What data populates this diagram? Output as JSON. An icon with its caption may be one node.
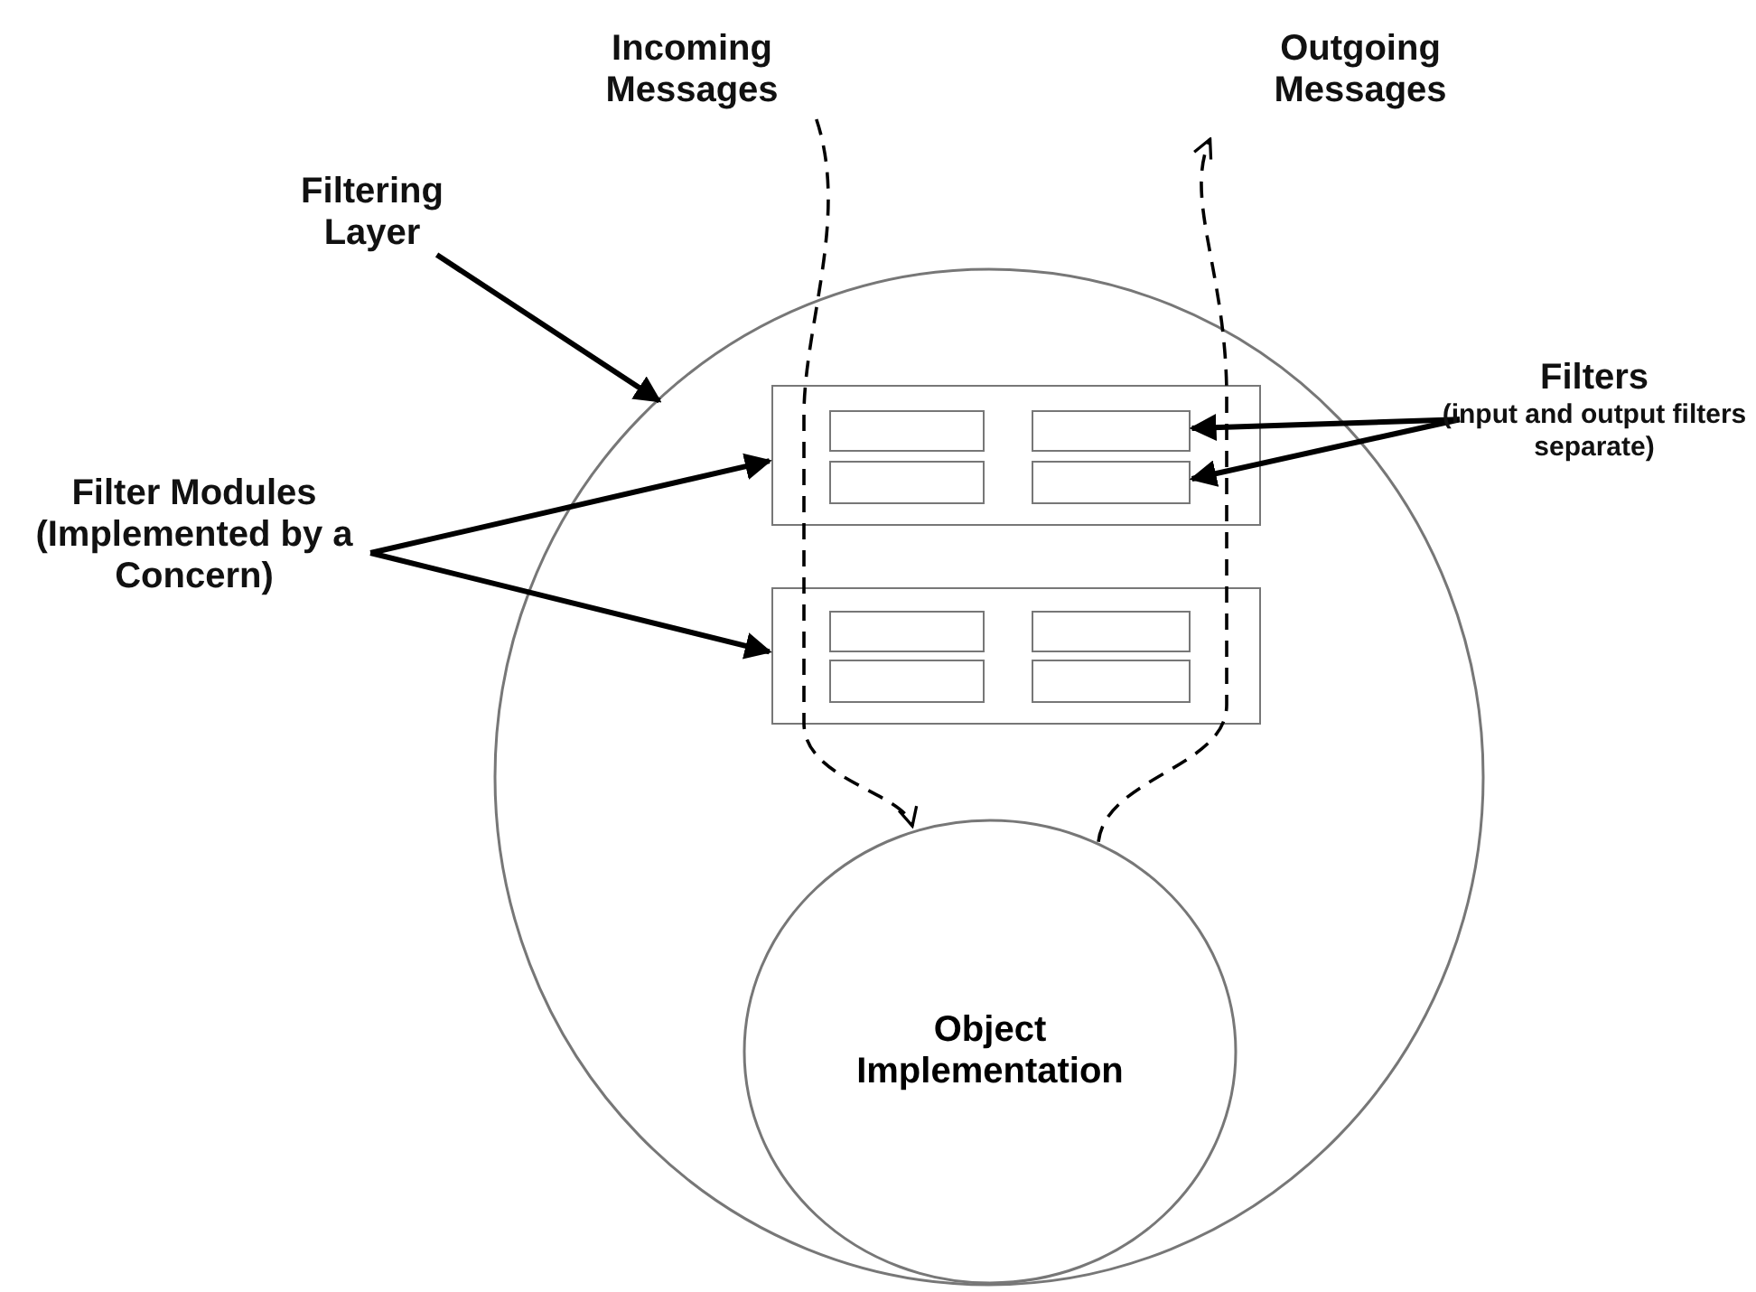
{
  "diagram": {
    "nodes": [
      {
        "text": [
          "Filtering Layer"
        ]
      },
      {
        "text": [],
        "shape": "circle"
      },
      {
        "text": [
          "Filter Modules (Implemented by a Concern)"
        ]
      },
      {
        "text": [],
        "shape": "box",
        "in": 1
      },
      {
        "text": [],
        "shape": "box",
        "in": 3
      },
      {
        "text": [],
        "shape": "box",
        "in": 3
      },
      {
        "text": [],
        "shape": "box",
        "in": 3
      },
      {
        "text": [],
        "shape": "box",
        "in": 3
      },
      {
        "text": [],
        "shape": "box",
        "in": 1
      },
      {
        "text": [],
        "shape": "box",
        "in": 8
      },
      {
        "text": [],
        "shape": "box",
        "in": 8
      },
      {
        "text": [],
        "shape": "box",
        "in": 8
      },
      {
        "text": [],
        "shape": "box",
        "in": 8
      },
      {
        "text": [
          "Filters",
          "(input and output filters separate)"
        ]
      },
      {
        "text": [
          "Incoming Messages"
        ]
      },
      {
        "text": [
          "Outgoing Messages"
        ]
      },
      {
        "text": [
          "Object Implementation"
        ],
        "in": 1
      }
    ],
    "edges": [
      {
        "from": 0,
        "to": 1,
        "arrow": "to"
      },
      {
        "from": 2,
        "to": 3,
        "arrow": "to"
      },
      {
        "from": 2,
        "to": 8,
        "arrow": "to"
      },
      {
        "from": 13,
        "to": 5,
        "arrow": "to"
      },
      {
        "from": 13,
        "to": 7,
        "arrow": "to"
      },
      {
        "from": 14,
        "to": 16,
        "arrow": "to",
        "style": "dashed"
      },
      {
        "from": 16,
        "to": 15,
        "arrow": "to",
        "style": "dashed"
      }
    ]
  }
}
